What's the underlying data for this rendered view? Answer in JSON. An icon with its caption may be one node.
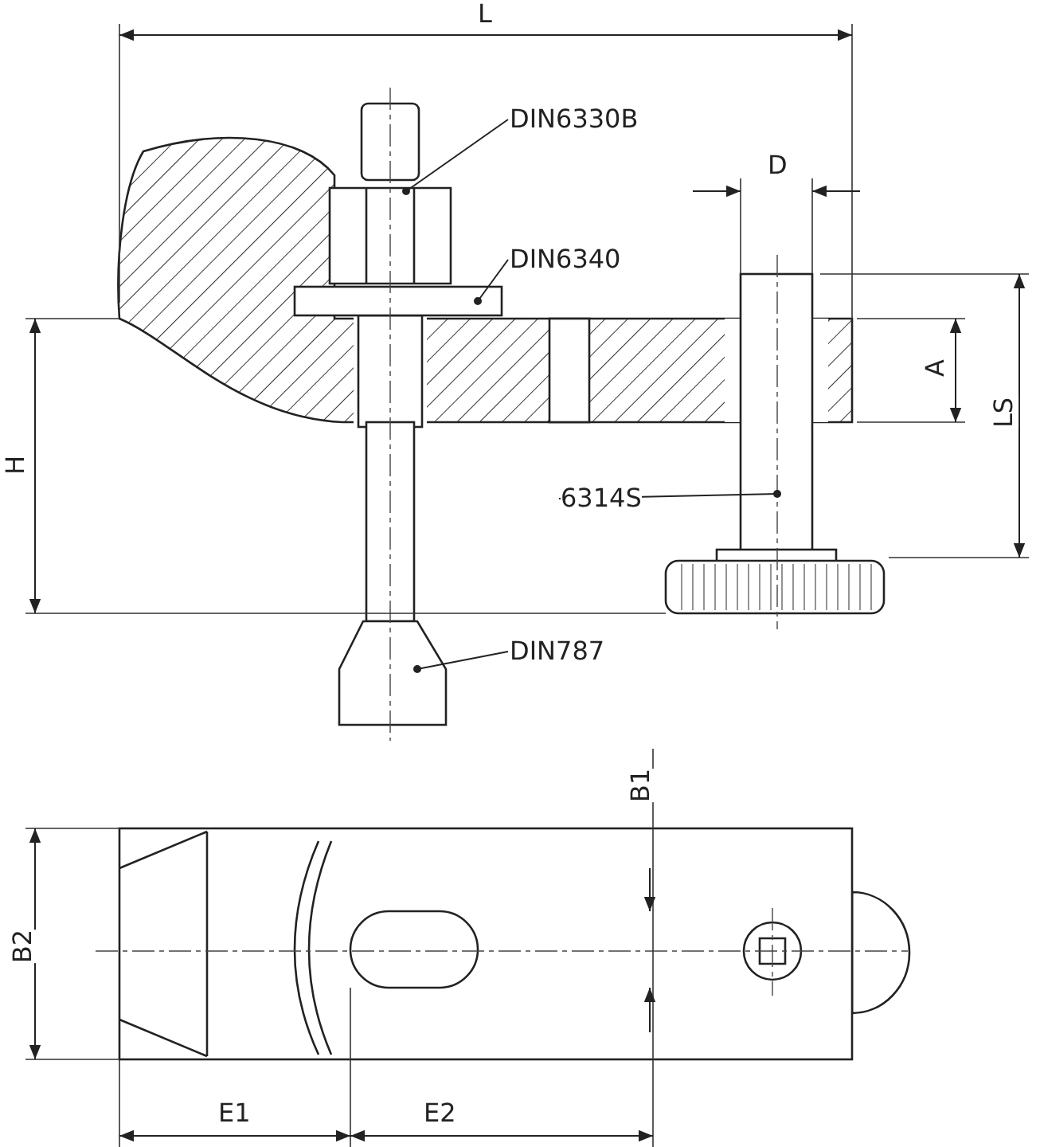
{
  "diagram": {
    "nodes": [
      {
        "text": [
          "DIN6330B"
        ]
      },
      {
        "text": [
          "DIN6340"
        ]
      },
      {
        "text": [
          "6314S"
        ]
      },
      {
        "text": [
          "DIN787"
        ]
      }
    ],
    "edges": [
      {
        "from": 0,
        "to": null,
        "arrow": "other"
      },
      {
        "from": 1,
        "to": null,
        "arrow": "other"
      },
      {
        "from": 2,
        "to": null,
        "arrow": "other"
      },
      {
        "from": 3,
        "to": null,
        "arrow": "other"
      }
    ],
    "labels": [
      "L",
      "D",
      "A",
      "LS",
      "H",
      "B1",
      "B2",
      "E1",
      "E2"
    ]
  }
}
